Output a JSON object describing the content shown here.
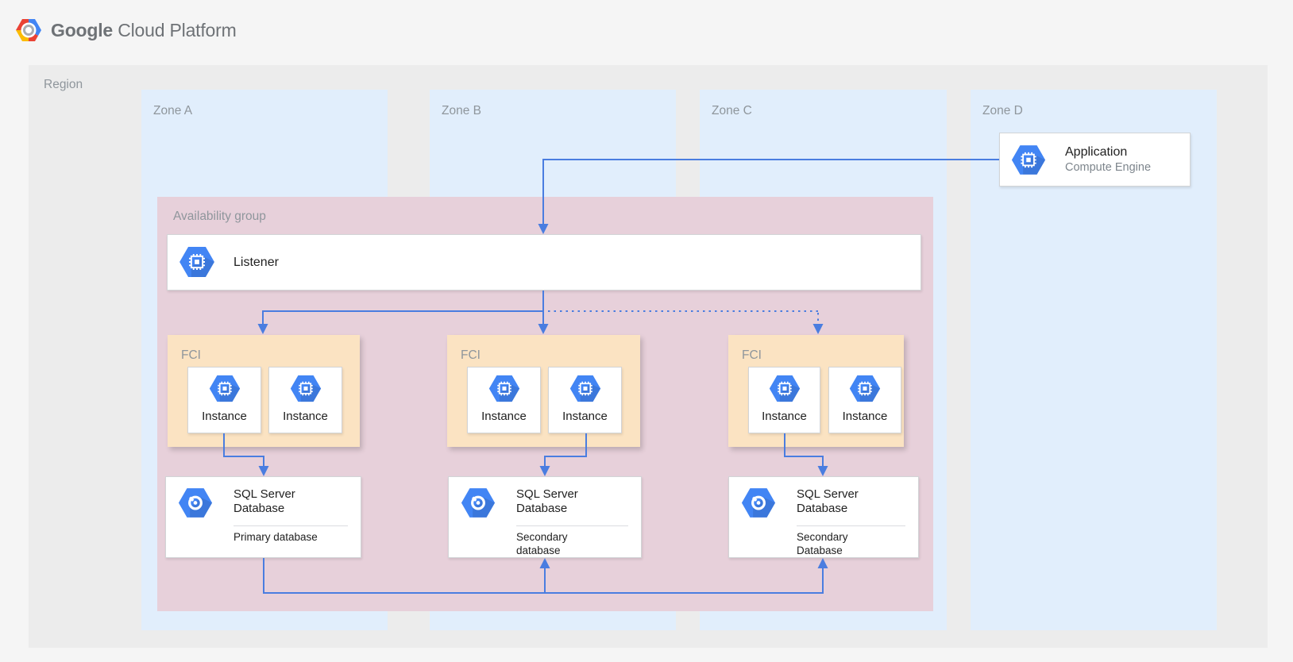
{
  "header": {
    "brand_primary": "Google",
    "brand_secondary": "Cloud Platform"
  },
  "region": {
    "label": "Region"
  },
  "zones": [
    {
      "label": "Zone A"
    },
    {
      "label": "Zone B"
    },
    {
      "label": "Zone C"
    },
    {
      "label": "Zone D"
    }
  ],
  "application": {
    "title": "Application",
    "subtitle": "Compute Engine",
    "icon": "compute-engine-hexagon-icon"
  },
  "availability_group": {
    "label": "Availability group"
  },
  "listener": {
    "label": "Listener",
    "icon": "compute-engine-hexagon-icon"
  },
  "fci_groups": [
    {
      "label": "FCI",
      "instances": [
        {
          "label": "Instance"
        },
        {
          "label": "Instance"
        }
      ]
    },
    {
      "label": "FCI",
      "instances": [
        {
          "label": "Instance"
        },
        {
          "label": "Instance"
        }
      ]
    },
    {
      "label": "FCI",
      "instances": [
        {
          "label": "Instance"
        },
        {
          "label": "Instance"
        }
      ]
    }
  ],
  "databases": [
    {
      "title_lines": [
        "SQL Server",
        "Database"
      ],
      "subtitle": "Primary database",
      "icon": "cloud-hexagon-icon"
    },
    {
      "title_lines": [
        "SQL Server",
        "Database"
      ],
      "subtitle": "Secondary database",
      "icon": "cloud-hexagon-icon"
    },
    {
      "title_lines": [
        "SQL Server",
        "Database"
      ],
      "subtitle": "Secondary Database",
      "icon": "cloud-hexagon-icon"
    }
  ],
  "connections": [
    {
      "from": "application",
      "to": "listener",
      "style": "solid"
    },
    {
      "from": "listener",
      "to": "fci-1",
      "style": "solid"
    },
    {
      "from": "listener",
      "to": "fci-2",
      "style": "solid"
    },
    {
      "from": "listener",
      "to": "fci-3",
      "style": "dotted"
    },
    {
      "from": "fci-1-instance-1",
      "to": "sql-database-1",
      "style": "solid"
    },
    {
      "from": "fci-2-instance-2",
      "to": "sql-database-2",
      "style": "solid"
    },
    {
      "from": "fci-3-instance-1",
      "to": "sql-database-3",
      "style": "solid"
    },
    {
      "from": "sql-database-1",
      "to": "sql-database-2",
      "style": "solid"
    },
    {
      "from": "sql-database-1",
      "to": "sql-database-3",
      "style": "solid"
    }
  ],
  "colors": {
    "page_bg": "#f5f5f5",
    "region_fill": "#ececec",
    "zone_fill": "#e1eefc",
    "availability_fill": "#e7d0da",
    "fci_fill": "#fbe3c2",
    "card_border": "#d2d4d6",
    "arrow_blue": "#4a7de0",
    "icon_blue": "#4285f4",
    "label_gray": "#8f969c",
    "text_dark": "#212121",
    "text_gray": "#7d858c",
    "logo_red": "#ea4335",
    "logo_blue": "#4285f4",
    "logo_yellow": "#fbbc05",
    "logo_ring_gray": "#a9adb2",
    "logo_text": "#6e7276"
  }
}
